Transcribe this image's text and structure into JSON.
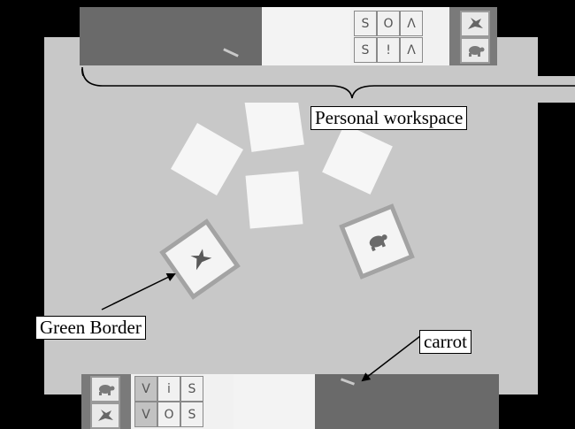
{
  "labels": {
    "personal_workspace": "Personal workspace",
    "green_border": "Green Border",
    "carrot": "carrot"
  },
  "top_workspace": {
    "row1": [
      "S",
      "O",
      "Λ"
    ],
    "row2": [
      "S",
      "!",
      "Λ"
    ],
    "icons": [
      "bird-icon",
      "turtle-icon"
    ]
  },
  "bottom_workspace": {
    "row1": [
      "V",
      "i",
      "S"
    ],
    "row2": [
      "V",
      "O",
      "S"
    ],
    "icons": [
      "turtle-icon",
      "bird-icon"
    ]
  },
  "colors": {
    "background": "#000000",
    "tabletop": "#c8c8c8",
    "workspace_dark": "#6a6a6a",
    "card": "#f6f6f6",
    "card_border": "#a3a3a3"
  }
}
